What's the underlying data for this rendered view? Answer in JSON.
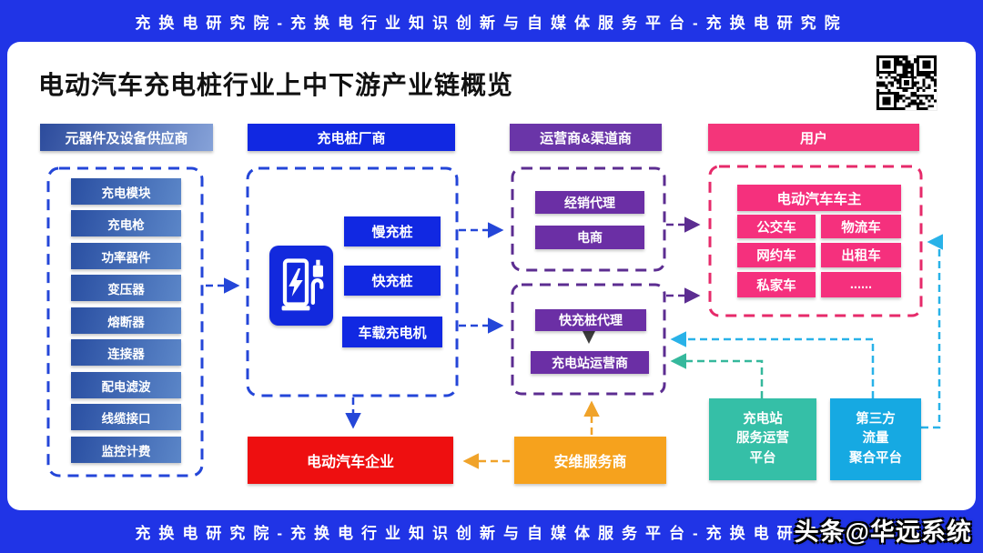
{
  "banner_text": "充换电研究院-充换电行业知识创新与自媒体服务平台-充换电研究院",
  "watermark": "头条@华远系统",
  "title": "电动汽车充电桩行业上中下游产业链概览",
  "colors": {
    "banner_blue": "#2034e6",
    "bright_blue": "#1128e2",
    "supplier_gradient_dark": "#2a4fa2",
    "supplier_gradient_light": "#5b86c8",
    "purple": "#6b2fa5",
    "purple_dash": "#5c2d91",
    "pink": "#f5307d",
    "pink_dash": "#e62a6a",
    "red": "#ee0f10",
    "orange": "#f6a21d",
    "teal": "#35bfa7",
    "sky_blue": "#16a9e2",
    "blue_dash": "#2446d8",
    "cyan_arrow": "#29b2e8",
    "teal_arrow": "#35b89c"
  },
  "suppliers": {
    "header": "元器件及设备供应商",
    "items": [
      "充电模块",
      "充电枪",
      "功率器件",
      "变压器",
      "熔断器",
      "连接器",
      "配电滤波",
      "线缆接口",
      "监控计费"
    ]
  },
  "manufacturers": {
    "header": "充电桩厂商",
    "icon": "ev-charger-icon",
    "items": [
      "慢充桩",
      "快充桩",
      "车载充电机"
    ]
  },
  "operators": {
    "header": "运营商&渠道商",
    "channel_items": [
      "经销代理",
      "电商"
    ],
    "operation_items": [
      "快充桩代理",
      "充电站运营商"
    ]
  },
  "users": {
    "header": "用户",
    "owner": "电动汽车车主",
    "types": [
      "公交车",
      "物流车",
      "网约车",
      "出租车",
      "私家车",
      "......"
    ]
  },
  "bottom_nodes": {
    "ev_company": "电动汽车企业",
    "maintenance": "安维服务商",
    "station_platform_lines": [
      "充电站",
      "服务运营",
      "平台"
    ],
    "traffic_platform_lines": [
      "第三方",
      "流量",
      "聚合平台"
    ]
  }
}
